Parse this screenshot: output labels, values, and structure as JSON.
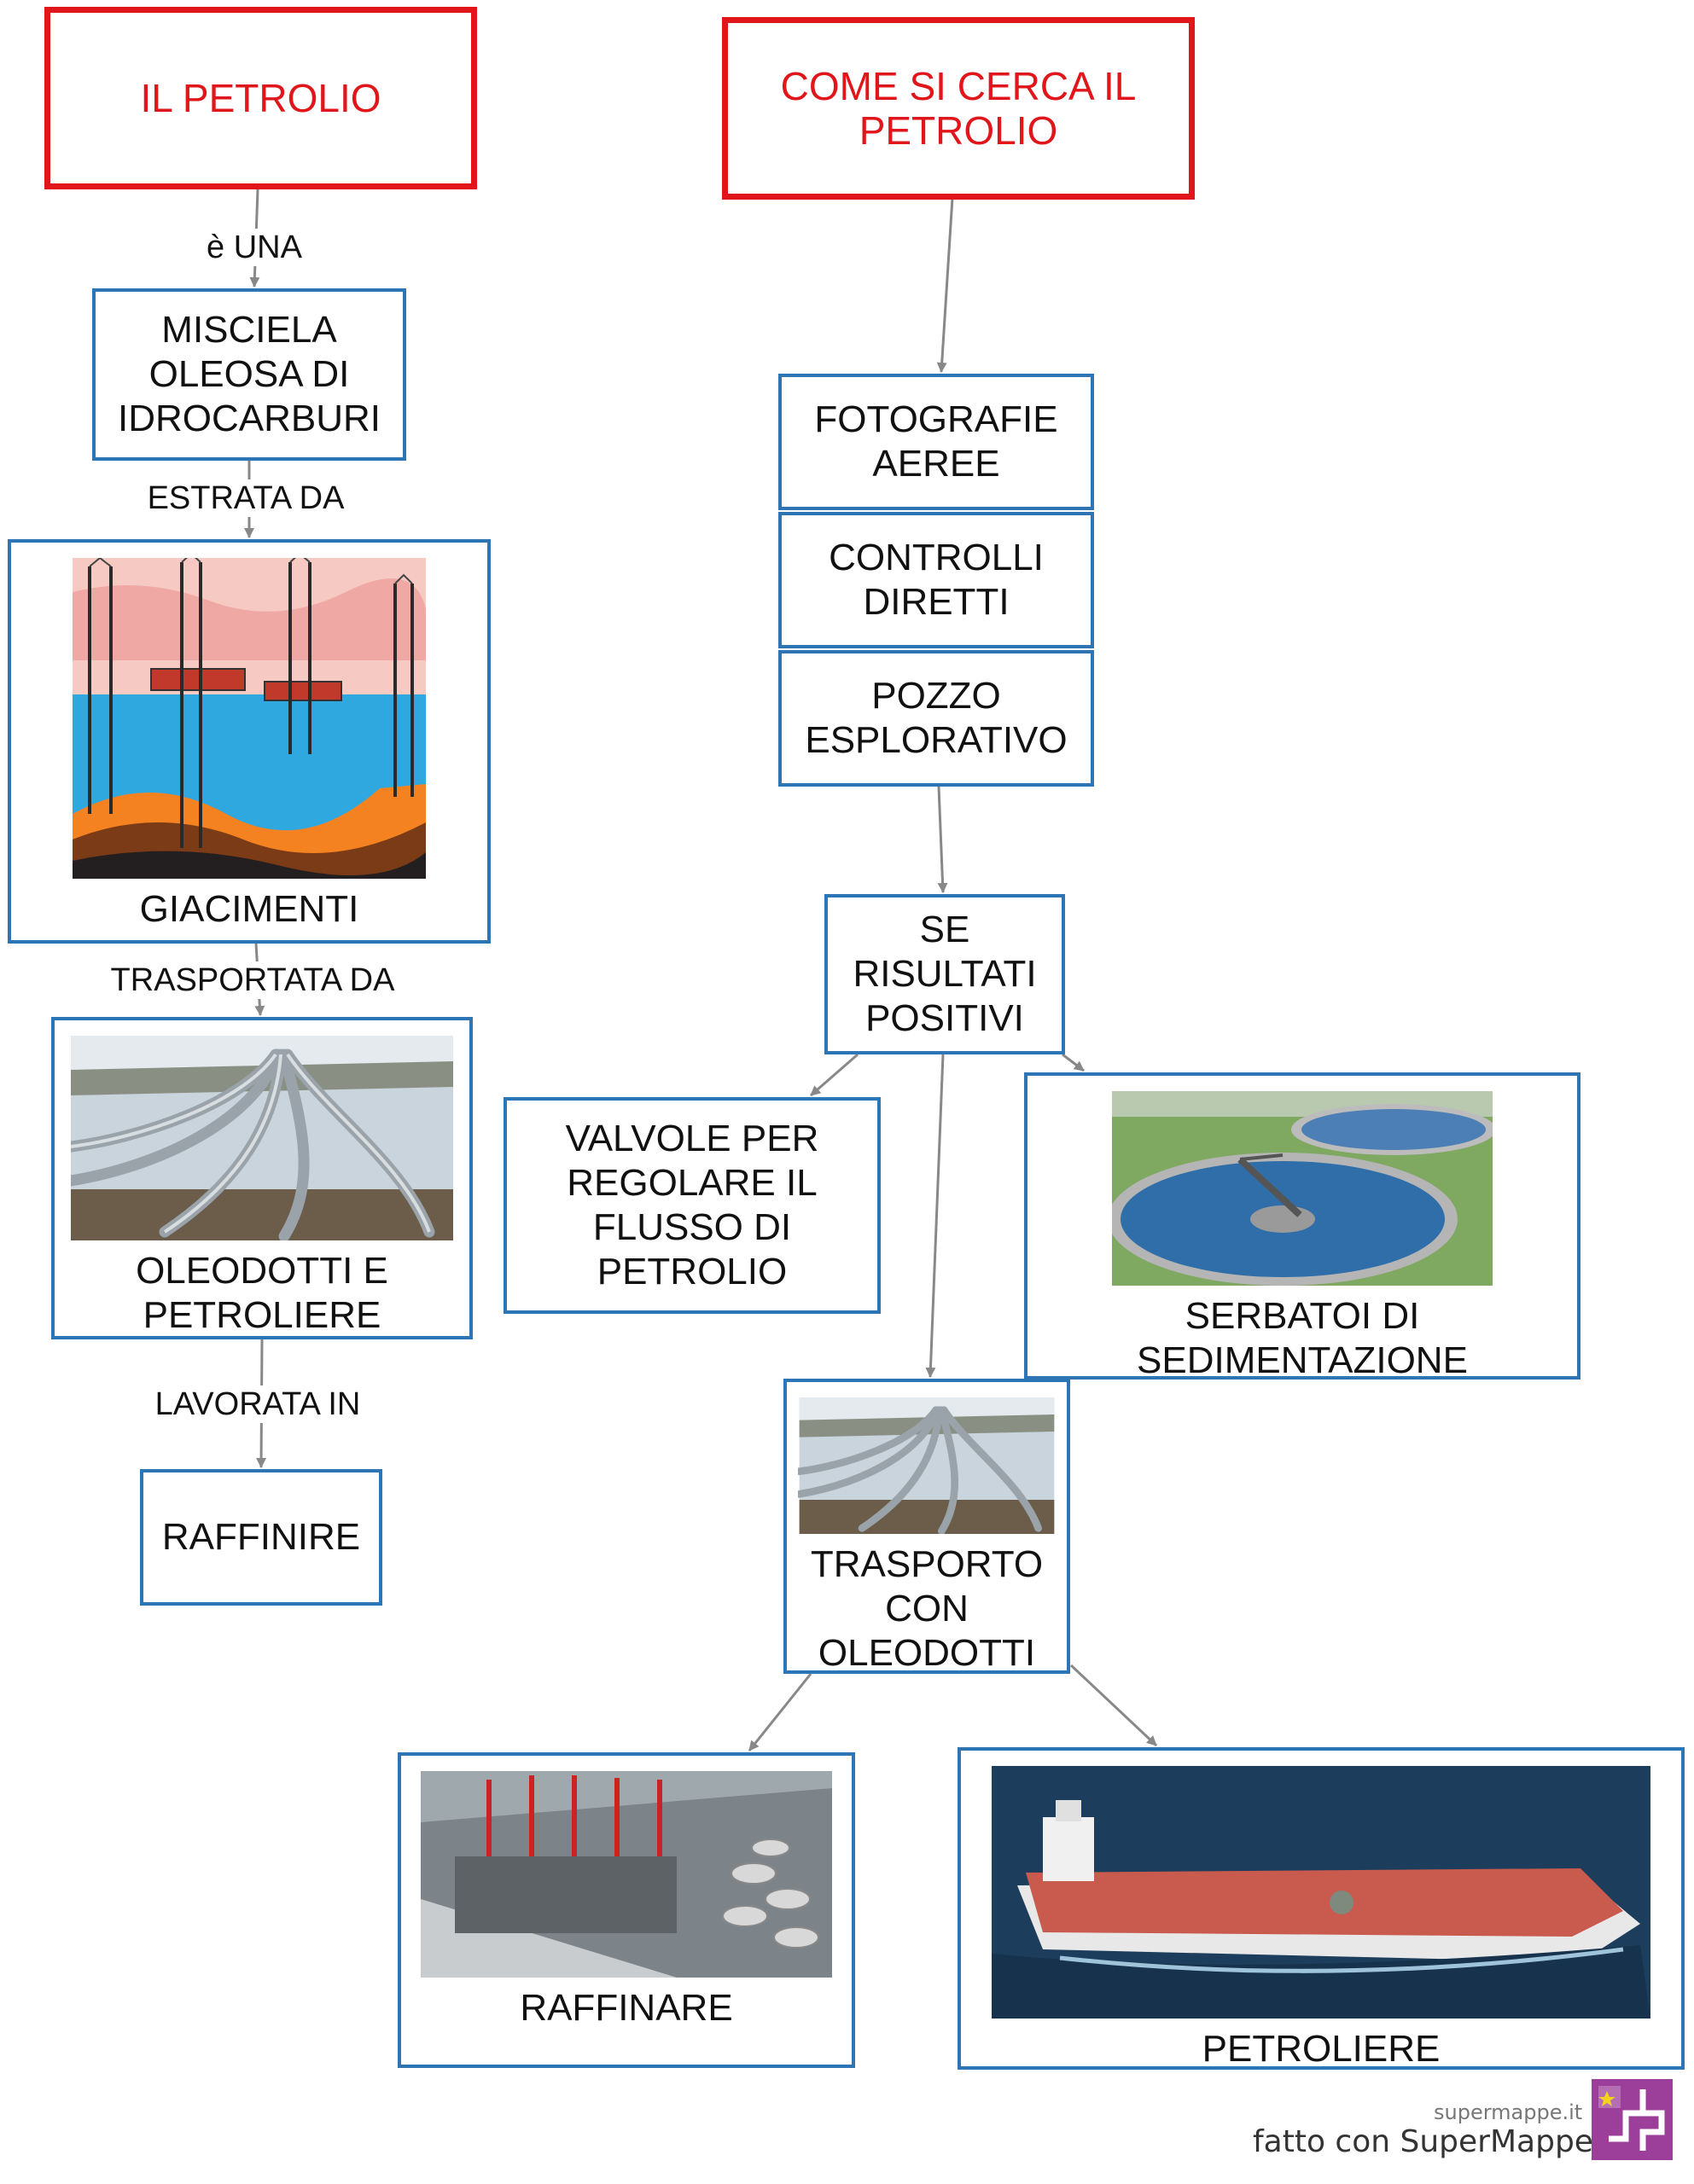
{
  "nodes": {
    "petrolio": "IL PETROLIO",
    "come_cerca": "COME SI CERCA IL\nPETROLIO",
    "miscela": "MISCIELA\nOLEOSA DI\nIDROCARBURI",
    "giacimenti": "GIACIMENTI",
    "oleodotti_petroliere": "OLEODOTTI E\nPETROLIERE",
    "raffinire": "RAFFINIRE",
    "fotografie": "FOTOGRAFIE\nAEREE",
    "controlli": "CONTROLLI\nDIRETTI",
    "pozzo": "POZZO\nESPLORATIVO",
    "se_risultati": "SE\nRISULTATI\nPOSITIVI",
    "valvole": "VALVOLE PER\nREGOLARE IL\nFLUSSO DI\nPETROLIO",
    "serbatoi": "SERBATOI DI\nSEDIMENTAZIONE",
    "trasporto": "TRASPORTO\nCON\nOLEODOTTI",
    "raffinare": "RAFFINARE",
    "petroliere": "PETROLIERE"
  },
  "edge_labels": {
    "e_una": "è UNA",
    "estrata_da": "ESTRATA DA",
    "trasportata_da": "TRASPORTATA DA",
    "lavorata_in": "LAVORATA IN"
  },
  "footer": {
    "site": "supermappe.it",
    "made_with": "fatto con SuperMappe"
  },
  "colors": {
    "root_border": "#e0161b",
    "node_border": "#2e75b6",
    "arrow": "#888888",
    "logo": "#9b3f9b"
  },
  "images": {
    "giacimenti": "offshore-oil-platform-illustration",
    "oleodotti_petroliere": "pipeline-photo",
    "serbatoi": "sedimentation-tank-photo",
    "trasporto": "pipeline-photo",
    "raffinare": "refinery-photo",
    "petroliere": "oil-tanker-photo"
  }
}
